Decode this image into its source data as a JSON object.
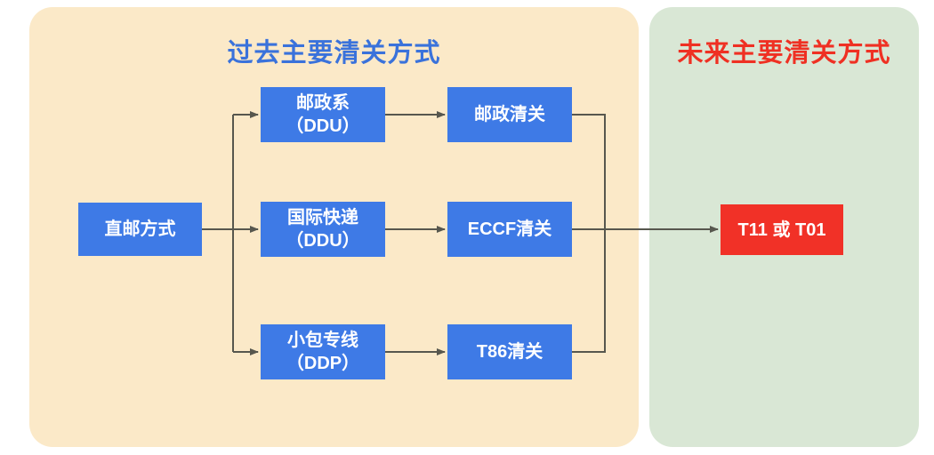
{
  "panels": {
    "past": {
      "title": "过去主要清关方式"
    },
    "future": {
      "title": "未来主要清关方式"
    }
  },
  "nodes": {
    "direct_mail": {
      "label": "直邮方式"
    },
    "postal_ddu": {
      "line1": "邮政系",
      "line2": "（DDU）"
    },
    "intl_express_ddu": {
      "line1": "国际快递",
      "line2": "（DDU）"
    },
    "parcel_ddp": {
      "line1": "小包专线",
      "line2": "（DDP）"
    },
    "postal_clearance": {
      "label": "邮政清关"
    },
    "eccf_clearance": {
      "label": "ECCF清关"
    },
    "t86_clearance": {
      "label": "T86清关"
    },
    "t11_or_t01": {
      "label": "T11 或 T01"
    }
  },
  "colors": {
    "page_bg": "#FFFFFF",
    "past_panel_bg": "#FBE9C8",
    "future_panel_bg": "#D9E7D5",
    "past_title": "#3A72DB",
    "future_title": "#EF3023",
    "node_bg": "#3E7AE6",
    "node_text": "#FFFFFF",
    "highlight_node_bg": "#F13127",
    "arrow": "#57574E"
  }
}
